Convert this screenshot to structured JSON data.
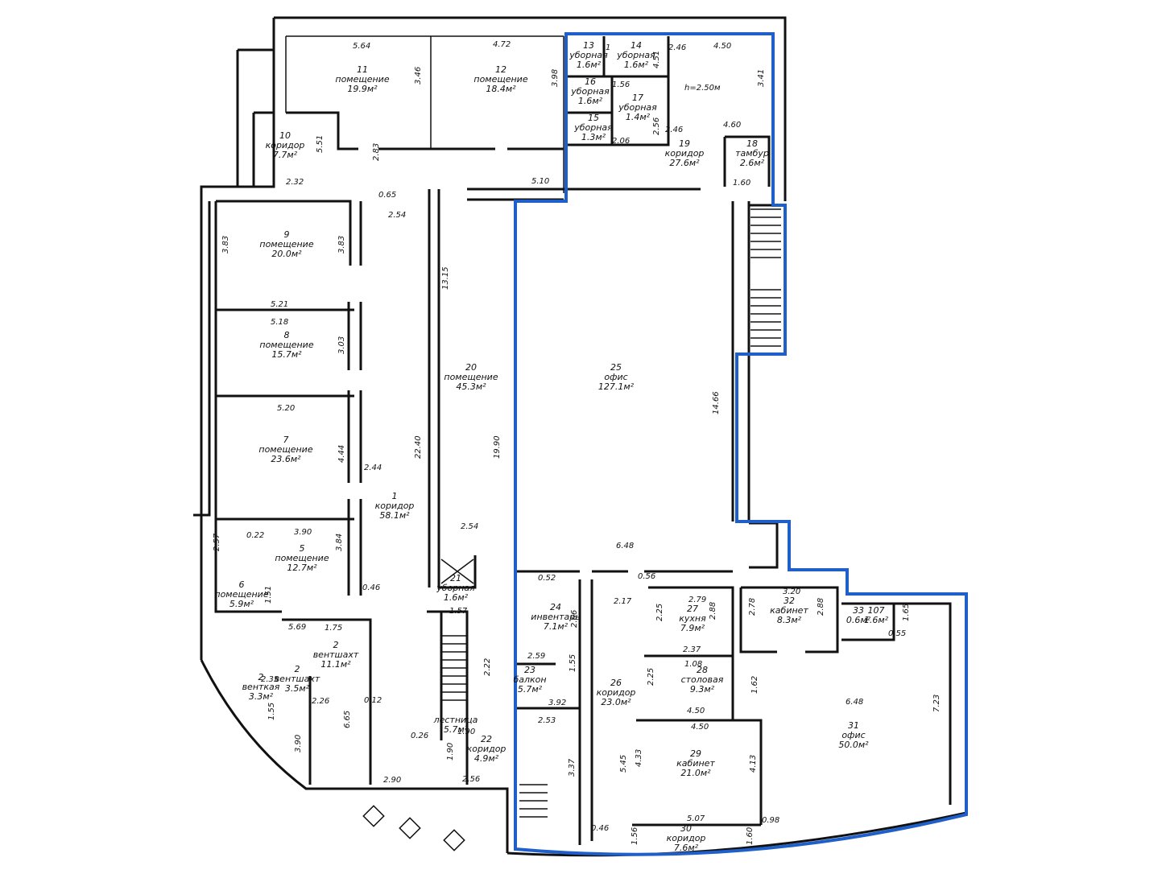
{
  "highlight_color": "#1f5fc9",
  "rooms": [
    {
      "id": "r11",
      "lines": [
        "11",
        "помещение",
        "19.9м²"
      ]
    },
    {
      "id": "r12",
      "lines": [
        "12",
        "помещение",
        "18.4м²"
      ]
    },
    {
      "id": "r13",
      "lines": [
        "13",
        "уборная",
        "1.6м²"
      ]
    },
    {
      "id": "r14",
      "lines": [
        "14",
        "уборная",
        "1.6м²"
      ]
    },
    {
      "id": "r16",
      "lines": [
        "16",
        "уборная",
        "1.6м²"
      ]
    },
    {
      "id": "r17",
      "lines": [
        "17",
        "уборная",
        "1.4м²"
      ]
    },
    {
      "id": "r15",
      "lines": [
        "15",
        "уборная",
        "1.3м²"
      ]
    },
    {
      "id": "r19",
      "lines": [
        "19",
        "коридор",
        "27.6м²"
      ]
    },
    {
      "id": "r18",
      "lines": [
        "18",
        "тамбур",
        "2.6м²"
      ]
    },
    {
      "id": "r10",
      "lines": [
        "10",
        "коридор",
        "7.7м²"
      ]
    },
    {
      "id": "r9",
      "lines": [
        "9",
        "помещение",
        "20.0м²"
      ]
    },
    {
      "id": "r8",
      "lines": [
        "8",
        "помещение",
        "15.7м²"
      ]
    },
    {
      "id": "r7",
      "lines": [
        "7",
        "помещение",
        "23.6м²"
      ]
    },
    {
      "id": "r5",
      "lines": [
        "5",
        "помещение",
        "12.7м²"
      ]
    },
    {
      "id": "r6",
      "lines": [
        "6",
        "помещение",
        "5.9м²"
      ]
    },
    {
      "id": "r1",
      "lines": [
        "1",
        "коридор",
        "58.1м²"
      ]
    },
    {
      "id": "r20",
      "lines": [
        "20",
        "помещение",
        "45.3м²"
      ]
    },
    {
      "id": "r25",
      "lines": [
        "25",
        "офис",
        "127.1м²"
      ]
    },
    {
      "id": "r21",
      "lines": [
        "21",
        "уборная",
        "1.6м²"
      ]
    },
    {
      "id": "r2a",
      "lines": [
        "2",
        "венткая",
        "3.3м²"
      ]
    },
    {
      "id": "r2b",
      "lines": [
        "2",
        "вентшахт",
        "3.5м²"
      ]
    },
    {
      "id": "r2c",
      "lines": [
        "2",
        "вентшахт",
        "11.1м²"
      ]
    },
    {
      "id": "r22",
      "lines": [
        "22",
        "коридор",
        "4.9м²"
      ]
    },
    {
      "id": "rLst",
      "lines": [
        "лестница",
        "5.7м²"
      ]
    },
    {
      "id": "r24",
      "lines": [
        "24",
        "инвентарь",
        "7.1м²"
      ]
    },
    {
      "id": "r23",
      "lines": [
        "23",
        "балкон",
        "5.7м²"
      ]
    },
    {
      "id": "r26",
      "lines": [
        "26",
        "коридор",
        "23.0м²"
      ]
    },
    {
      "id": "r27",
      "lines": [
        "27",
        "кухня",
        "7.9м²"
      ]
    },
    {
      "id": "r28",
      "lines": [
        "28",
        "столовая",
        "9.3м²"
      ]
    },
    {
      "id": "r29",
      "lines": [
        "29",
        "кабинет",
        "21.0м²"
      ]
    },
    {
      "id": "r30",
      "lines": [
        "30",
        "коридор",
        "7.6м²"
      ]
    },
    {
      "id": "r32",
      "lines": [
        "32",
        "кабинет",
        "8.3м²"
      ]
    },
    {
      "id": "r33",
      "lines": [
        "33",
        "0.6м²"
      ]
    },
    {
      "id": "r107",
      "lines": [
        "107",
        "1.6м²"
      ]
    },
    {
      "id": "r31",
      "lines": [
        "31",
        "офис",
        "50.0м²"
      ]
    }
  ],
  "dimensions": [
    "5.64",
    "4.72",
    "1",
    "2.46",
    "4.50",
    "3.46",
    "3.98",
    "1.56",
    "4.51",
    "3.41",
    "2.46",
    "4.60",
    "2.06",
    "2.56",
    "5.51",
    "2.83",
    "2.32",
    "0.65",
    "5.10",
    "1.60",
    "2.54",
    "3.83",
    "3.83",
    "13.15",
    "5.21",
    "5.18",
    "3.03",
    "22.40",
    "19.90",
    "14.66",
    "5.20",
    "4.44",
    "2.44",
    "0.22",
    "3.90",
    "2.57",
    "3.84",
    "2.54",
    "6.48",
    "1.51",
    "0.46",
    "0.52",
    "0.56",
    "2.17",
    "2.79",
    "3.20",
    "5.69",
    "1.75",
    "1.57",
    "2.78",
    "2.88",
    "2.88",
    "2.66",
    "2.25",
    "2.35",
    "2.59",
    "1.55",
    "2.22",
    "2.37",
    "1.08",
    "1.65",
    "0.55",
    "0.12",
    "2.26",
    "3.92",
    "2.25",
    "1.62",
    "6.48",
    "4.50",
    "4.50",
    "1.55",
    "2.53",
    "3.90",
    "6.65",
    "1.90",
    "7.23",
    "0.26",
    "1.90",
    "5.45",
    "4.33",
    "4.13",
    "3.37",
    "2.90",
    "2.56",
    "5.07",
    "0.98",
    "0.46",
    "1.56",
    "1.60",
    "h=2.50м"
  ]
}
